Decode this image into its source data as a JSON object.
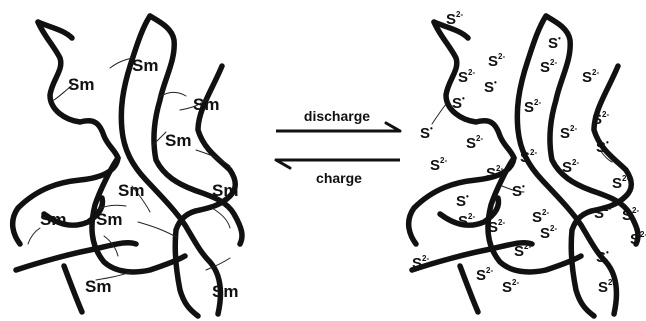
{
  "left_panel": {
    "label": "Sm"
  },
  "right_panel": {
    "label": "S",
    "charges": [
      "2-",
      "•"
    ]
  },
  "arrows": {
    "forward": "discharge",
    "reverse": "charge"
  },
  "colors": {
    "ink": "#111111",
    "background": "#ffffff"
  }
}
